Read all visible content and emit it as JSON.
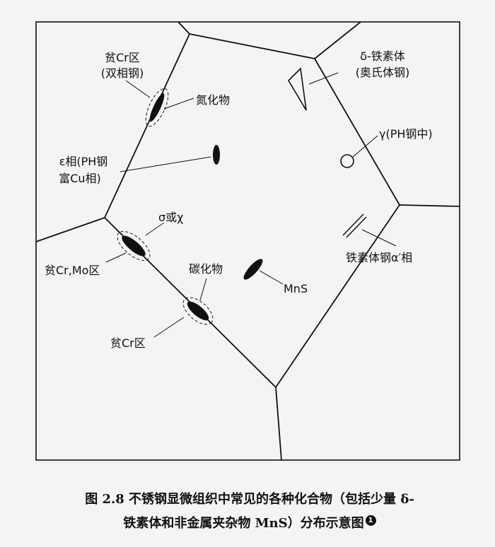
{
  "diagram": {
    "labels": {
      "pin_cr_top_1": "贫Cr区",
      "pin_cr_top_2": "(双相钢)",
      "nitride": "氮化物",
      "delta_ferrite_1": "δ-铁素体",
      "delta_ferrite_2": "(奥氏体钢)",
      "gamma": "γ(PH钢中)",
      "epsilon_1": "ε相(PH钢",
      "epsilon_2": "富Cu相)",
      "sigma_chi": "σ或χ",
      "pin_cr_mo": "贫Cr,Mo区",
      "carbide": "碳化物",
      "mns": "MnS",
      "pin_cr_bottom": "贫Cr区",
      "alpha_prime": "铁素体钢α′相"
    }
  },
  "caption": {
    "line1": "图 2.8   不锈钢显微组织中常见的各种化合物（包括少量 δ-",
    "line2": "铁素体和非金属夹杂物 MnS）分布示意图",
    "footnote_marker": "1"
  }
}
